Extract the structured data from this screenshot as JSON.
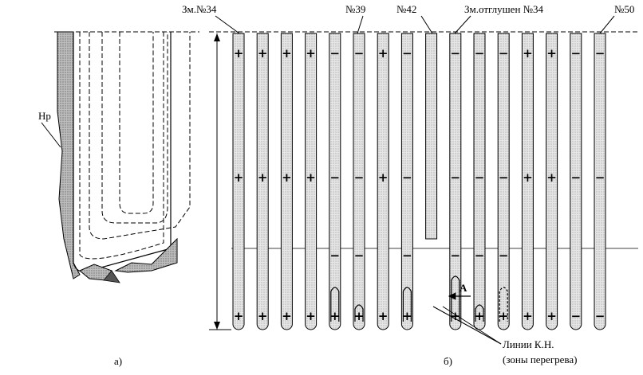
{
  "figure": {
    "part_a": {
      "caption": "а)",
      "label_hr": "Нр"
    },
    "part_b": {
      "caption": "б)",
      "top_labels": {
        "coil_34": "Зм.№34",
        "coil_39": "№39",
        "coil_42": "№42",
        "plugged": "Зм.отглушен №34",
        "coil_50": "№50"
      },
      "arrow_label": "А",
      "legend_line1": "Линии К.Н.",
      "legend_line2": "(зоны перегрева)"
    },
    "tubes": [
      {
        "id": 1,
        "marks": [
          "+",
          "+",
          "",
          "+"
        ],
        "hot": null
      },
      {
        "id": 2,
        "marks": [
          "+",
          "+",
          "",
          "+"
        ],
        "hot": null
      },
      {
        "id": 3,
        "marks": [
          "+",
          "+",
          "",
          "+"
        ],
        "hot": null
      },
      {
        "id": 4,
        "marks": [
          "+",
          "+",
          "",
          "+"
        ],
        "hot": null
      },
      {
        "id": 5,
        "marks": [
          "−",
          "−",
          "−",
          "+"
        ],
        "hot": "tall"
      },
      {
        "id": 6,
        "marks": [
          "−",
          "−",
          "−",
          "+"
        ],
        "hot": "small"
      },
      {
        "id": 7,
        "marks": [
          "+",
          "+",
          "",
          "+"
        ],
        "hot": null
      },
      {
        "id": 8,
        "marks": [
          "−",
          "−",
          "−",
          "+"
        ],
        "hot": "tall"
      },
      {
        "id": 9,
        "marks": [],
        "hot": null,
        "plugged": true
      },
      {
        "id": 10,
        "marks": [
          "−",
          "−",
          "−",
          "+"
        ],
        "hot": "taller"
      },
      {
        "id": 11,
        "marks": [
          "−",
          "−",
          "−",
          "+"
        ],
        "hot": "small"
      },
      {
        "id": 12,
        "marks": [
          "−",
          "−",
          "−",
          "+"
        ],
        "hot": "dashed"
      },
      {
        "id": 13,
        "marks": [
          "+",
          "+",
          "",
          "+"
        ],
        "hot": null
      },
      {
        "id": 14,
        "marks": [
          "+",
          "+",
          "",
          "+"
        ],
        "hot": null
      },
      {
        "id": 15,
        "marks": [
          "−",
          "−",
          "",
          "−"
        ],
        "hot": null
      },
      {
        "id": 16,
        "marks": [
          "−",
          "−",
          "",
          "−"
        ],
        "hot": null
      }
    ]
  }
}
